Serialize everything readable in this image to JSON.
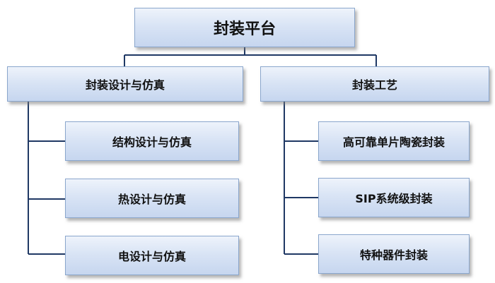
{
  "root": {
    "label": "封装平台"
  },
  "branches": [
    {
      "label": "封装设计与仿真",
      "children": [
        {
          "label": "结构设计与仿真"
        },
        {
          "label": "热设计与仿真"
        },
        {
          "label": "电设计与仿真"
        }
      ]
    },
    {
      "label": "封装工艺",
      "children": [
        {
          "label": "高可靠单片陶瓷封装"
        },
        {
          "label": "SIP系统级封装"
        },
        {
          "label": "特种器件封装"
        }
      ]
    }
  ],
  "colors": {
    "line": "#1f3864",
    "box_border": "#8aa6cc",
    "box_fill_top": "#eef3fb",
    "box_fill_bottom": "#c6d6ef"
  }
}
